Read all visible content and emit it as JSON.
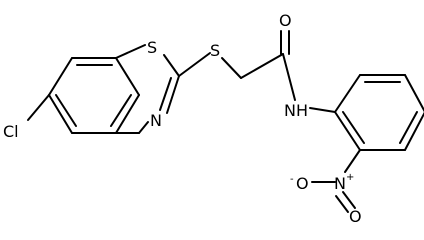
{
  "molecule": {
    "atoms": {
      "chlorine": "Cl",
      "thiazole_sulfur": "S",
      "thiazole_nitrogen": "N",
      "thioether_sulfur": "S",
      "carbonyl_oxygen": "O",
      "amide_nh": "NH",
      "nitro_nitrogen": "N",
      "nitro_nitrogen_charge": "+",
      "nitro_oxygen_minus": "O",
      "nitro_oxygen_minus_charge": "-",
      "nitro_oxygen_double": "O"
    },
    "colors": {
      "bond": "#000000",
      "text": "#000000",
      "background": "#ffffff"
    }
  }
}
